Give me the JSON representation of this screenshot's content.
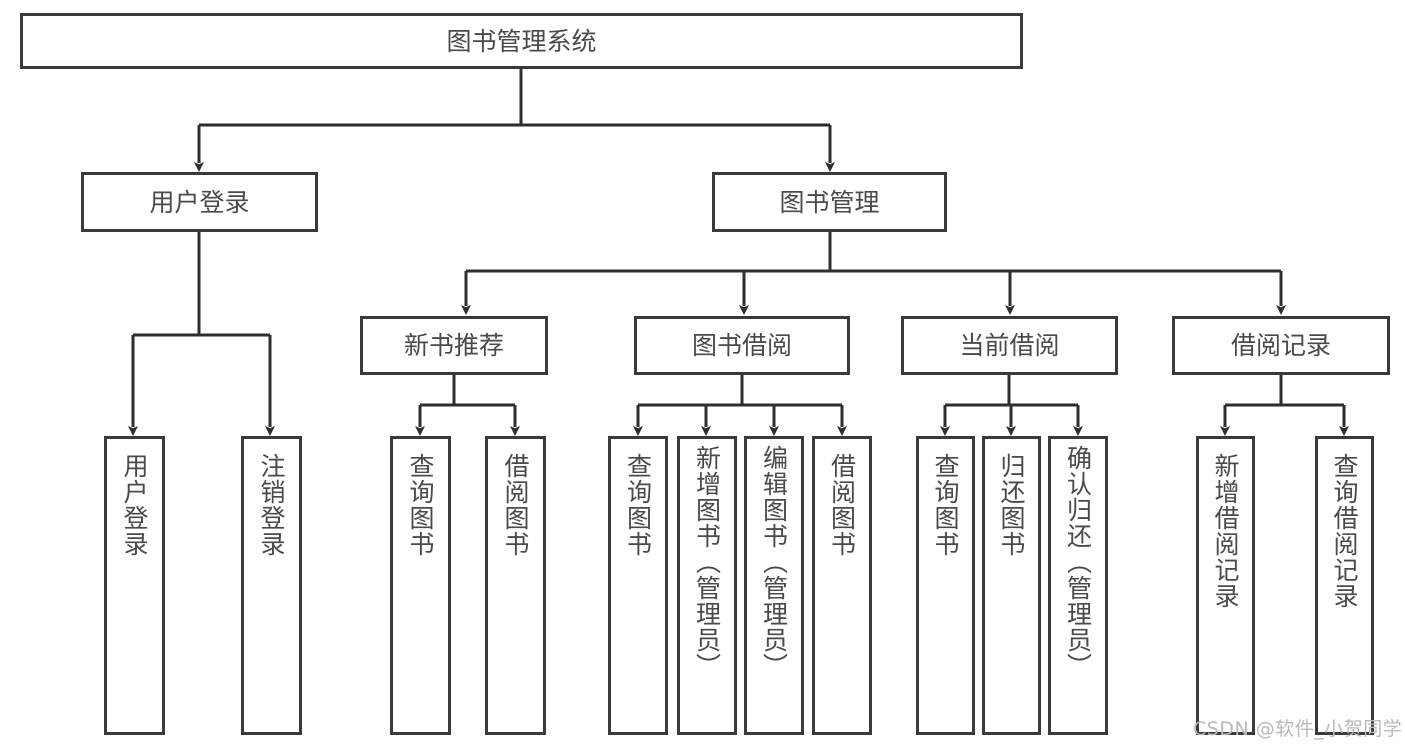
{
  "diagram": {
    "title": "图书管理系统",
    "type": "hierarchy-tree",
    "orientation": "top-down",
    "colors": {
      "stroke": "#3a3a3a",
      "box_fill": "#ffffff",
      "text": "#4a4a4a",
      "background": "#ffffff",
      "watermark": "#b9b9b9"
    },
    "levels": [
      {
        "level": 1,
        "nodes": [
          {
            "id": "root",
            "label": "图书管理系统",
            "text_direction": "horizontal"
          }
        ]
      },
      {
        "level": 2,
        "nodes": [
          {
            "id": "user-login",
            "label": "用户登录",
            "parent": "root",
            "text_direction": "horizontal"
          },
          {
            "id": "book-manage",
            "label": "图书管理",
            "parent": "root",
            "text_direction": "horizontal"
          }
        ]
      },
      {
        "level": 3,
        "nodes": [
          {
            "id": "new-book-recommend",
            "label": "新书推荐",
            "parent": "book-manage",
            "text_direction": "horizontal"
          },
          {
            "id": "book-borrow",
            "label": "图书借阅",
            "parent": "book-manage",
            "text_direction": "horizontal"
          },
          {
            "id": "current-borrow",
            "label": "当前借阅",
            "parent": "book-manage",
            "text_direction": "horizontal"
          },
          {
            "id": "borrow-record",
            "label": "借阅记录",
            "parent": "book-manage",
            "text_direction": "horizontal"
          }
        ]
      },
      {
        "level": 4,
        "nodes": [
          {
            "id": "leaf-user-login",
            "label": "用户登录",
            "parent": "user-login",
            "text_direction": "vertical"
          },
          {
            "id": "leaf-logout",
            "label": "注销登录",
            "parent": "user-login",
            "text_direction": "vertical"
          },
          {
            "id": "leaf-query-book-1",
            "label": "查询图书",
            "parent": "new-book-recommend",
            "text_direction": "vertical"
          },
          {
            "id": "leaf-borrow-book-1",
            "label": "借阅图书",
            "parent": "new-book-recommend",
            "text_direction": "vertical"
          },
          {
            "id": "leaf-query-book-2",
            "label": "查询图书",
            "parent": "book-borrow",
            "text_direction": "vertical"
          },
          {
            "id": "leaf-add-book",
            "label": "新增图书（管理员）",
            "parent": "book-borrow",
            "text_direction": "vertical"
          },
          {
            "id": "leaf-edit-book",
            "label": "编辑图书（管理员）",
            "parent": "book-borrow",
            "text_direction": "vertical"
          },
          {
            "id": "leaf-borrow-book-2",
            "label": "借阅图书",
            "parent": "book-borrow",
            "text_direction": "vertical"
          },
          {
            "id": "leaf-query-book-3",
            "label": "查询图书",
            "parent": "current-borrow",
            "text_direction": "vertical"
          },
          {
            "id": "leaf-return-book",
            "label": "归还图书",
            "parent": "current-borrow",
            "text_direction": "vertical"
          },
          {
            "id": "leaf-confirm-return",
            "label": "确认归还（管理员）",
            "parent": "current-borrow",
            "text_direction": "vertical"
          },
          {
            "id": "leaf-add-record",
            "label": "新增借阅记录",
            "parent": "borrow-record",
            "text_direction": "vertical"
          },
          {
            "id": "leaf-query-record",
            "label": "查询借阅记录",
            "parent": "borrow-record",
            "text_direction": "vertical"
          }
        ]
      }
    ]
  },
  "watermark": {
    "text": "CSDN @软件_小贺同学"
  }
}
